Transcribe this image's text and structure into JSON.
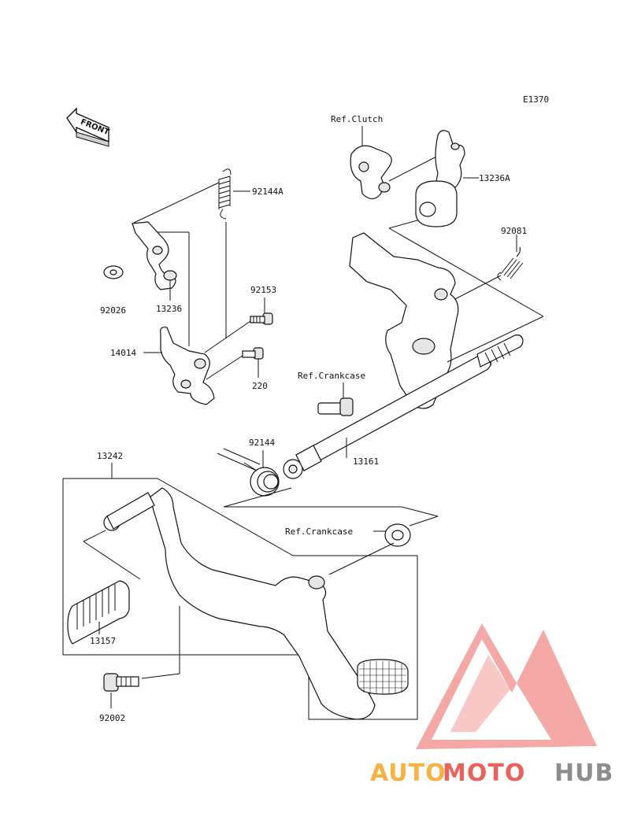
{
  "diagram_code": "E1370",
  "front_label": "FRONT",
  "parts": {
    "p92144A": "92144A",
    "p92026": "92026",
    "p13236": "13236",
    "p92153": "92153",
    "p14014": "14014",
    "p220": "220",
    "p13236A": "13236A",
    "p92081": "92081",
    "p13161": "13161",
    "p92144": "92144",
    "p13242": "13242",
    "p13157": "13157",
    "p92002": "92002"
  },
  "refs": {
    "clutch": "Ref.Clutch",
    "crankcase_shaft": "Ref.Crankcase",
    "crankcase_washer": "Ref.Crankcase"
  },
  "watermark": {
    "brand_a": "AUTO",
    "brand_b": "MOTO",
    "brand_c": "HUB",
    "color_orange": "#f5a623",
    "color_red": "#e8473f",
    "color_gray": "#7a7a7a"
  }
}
